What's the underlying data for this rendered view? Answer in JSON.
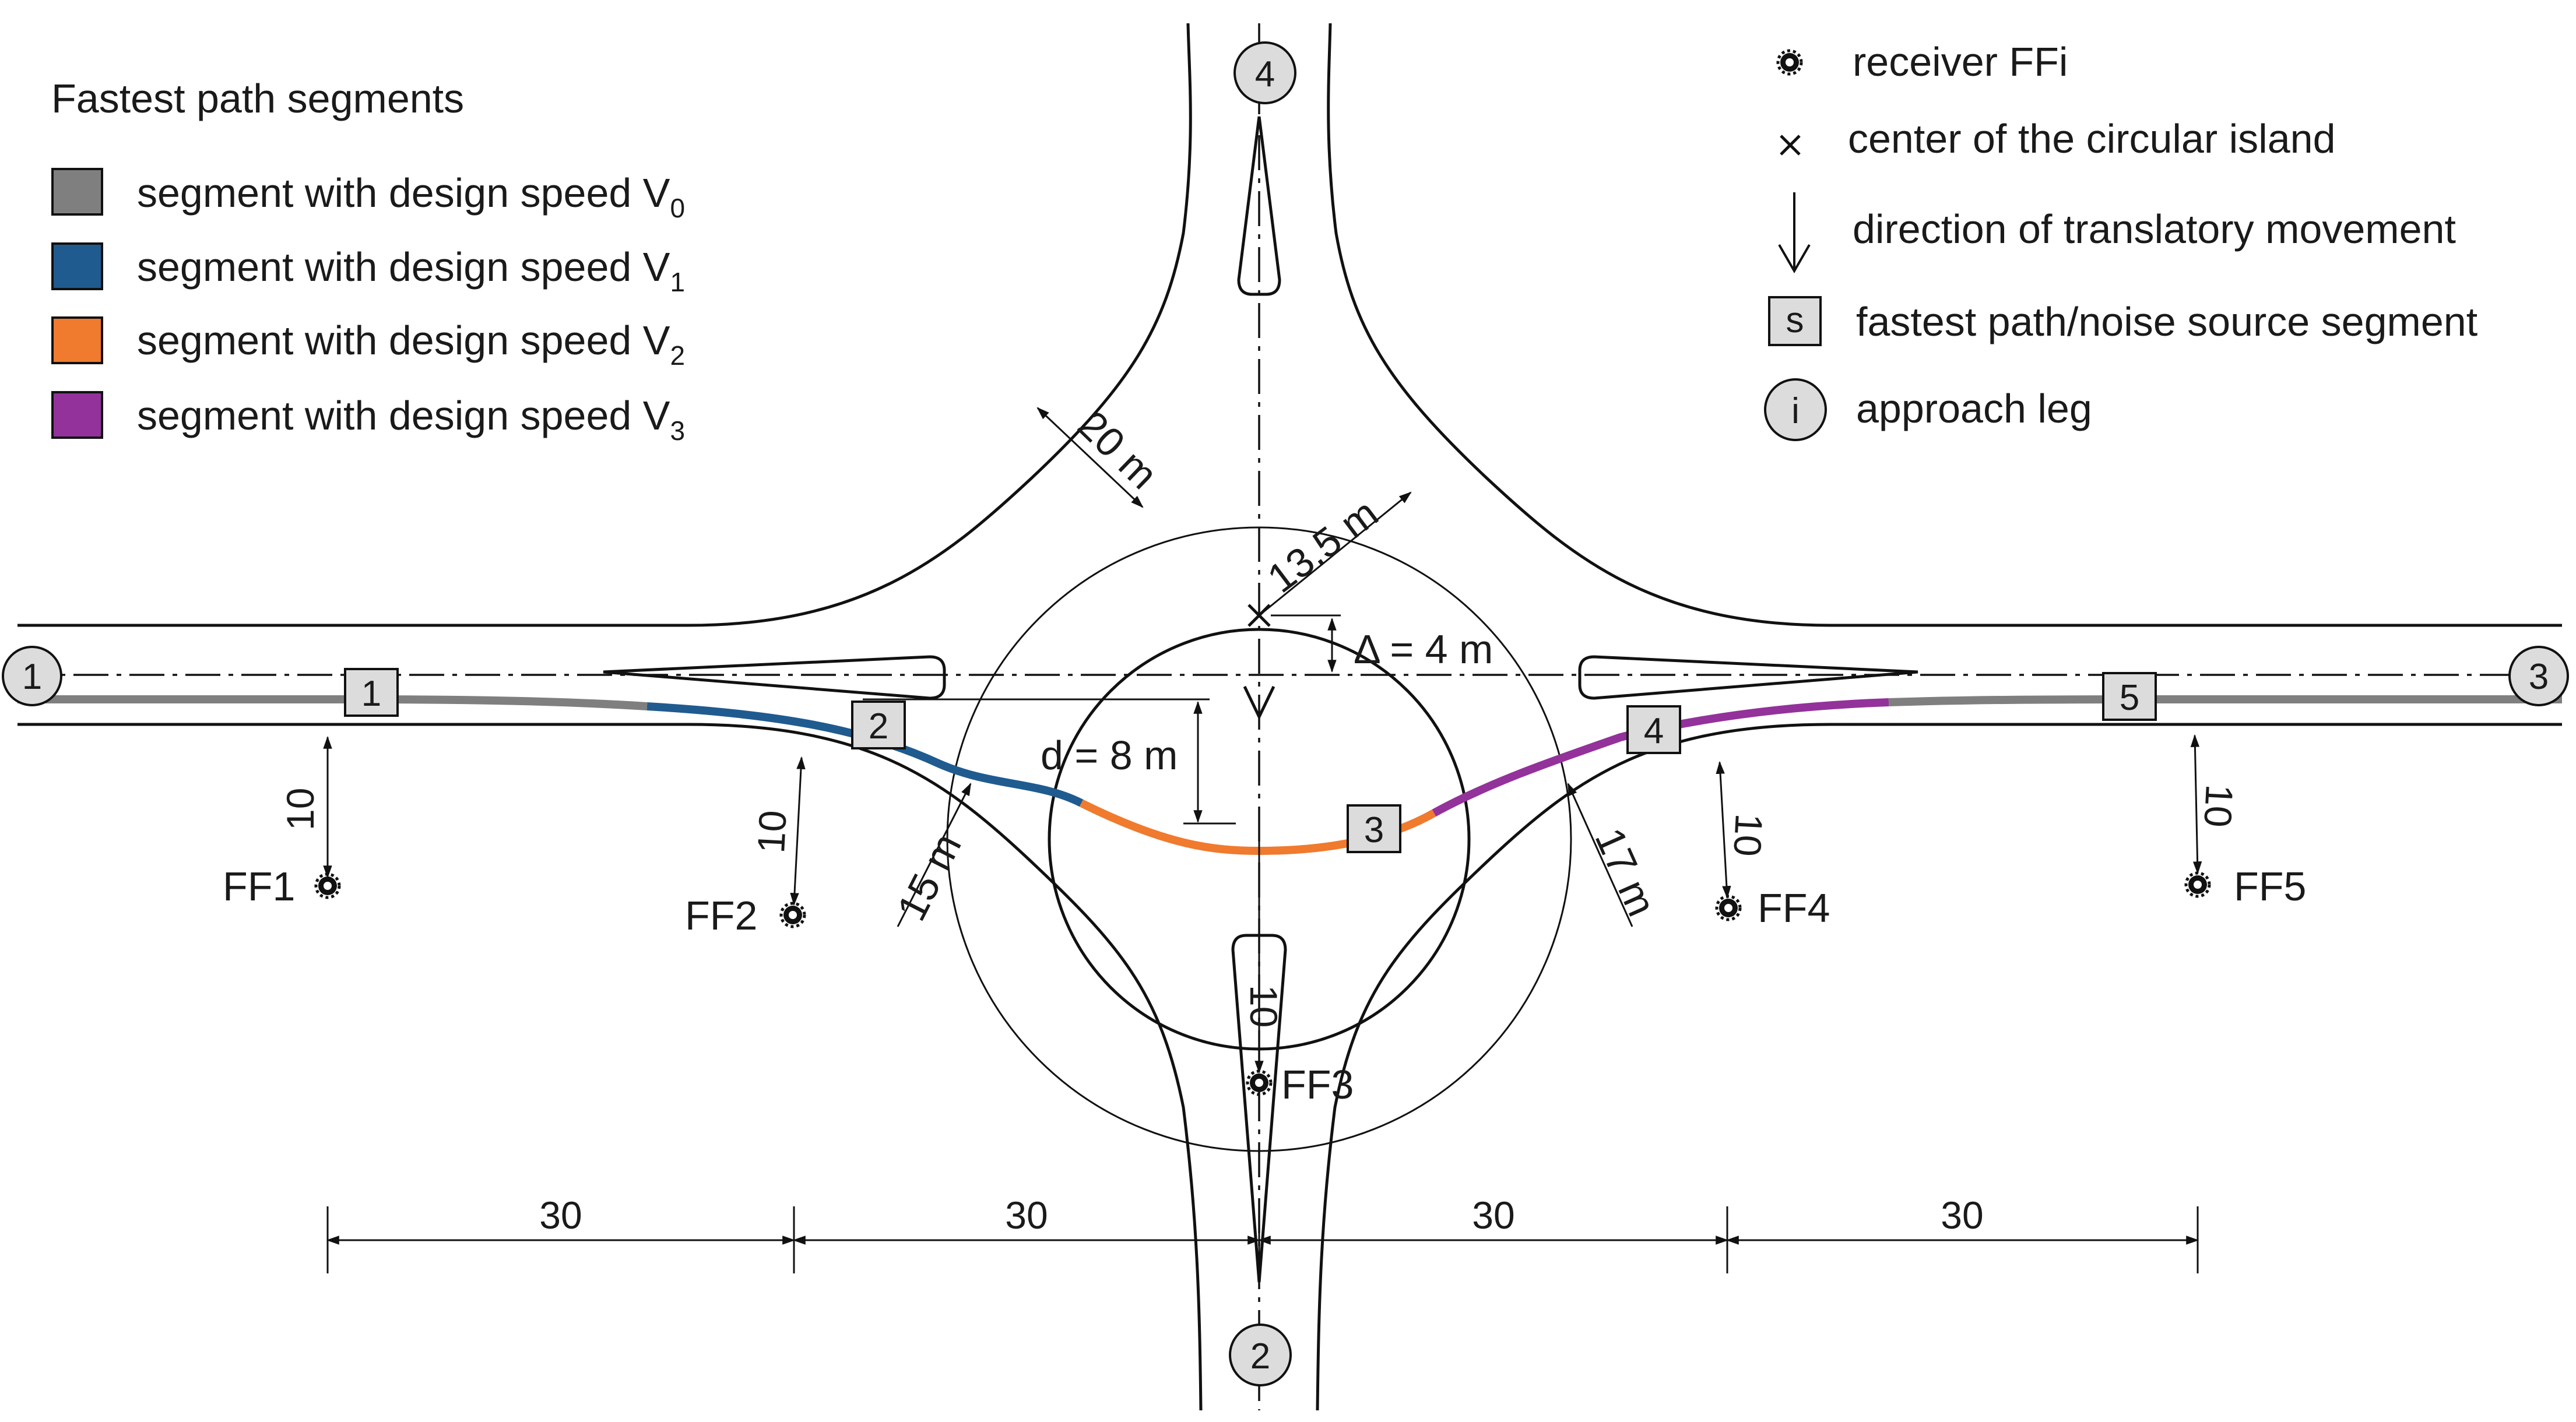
{
  "legend": {
    "title": "Fastest path segments",
    "items": [
      {
        "text": "segment with design speed V",
        "sub": "0",
        "color": "#7f7f7f"
      },
      {
        "text": "segment with design speed V",
        "sub": "1",
        "color": "#1f5b8f"
      },
      {
        "text": "segment with design speed V",
        "sub": "2",
        "color": "#f07a2e"
      },
      {
        "text": "segment with design speed V",
        "sub": "3",
        "color": "#93329a"
      }
    ]
  },
  "symbols": {
    "receiver": "receiver FFi",
    "center": "center of the circular island",
    "direction": "direction of translatory movement",
    "segment_box": "s",
    "segment_text": "fastest path/noise source segment",
    "leg_circle": "i",
    "leg_text": "approach leg"
  },
  "legs": [
    "1",
    "2",
    "3",
    "4"
  ],
  "segments": [
    "1",
    "2",
    "3",
    "4",
    "5"
  ],
  "receivers": [
    "FF1",
    "FF2",
    "FF3",
    "FF4",
    "FF5"
  ],
  "dimensions": {
    "outer_radius": "20 m",
    "inner_radius": "13.5 m",
    "offset": "Δ = 4 m",
    "deflection": "d = 8 m",
    "entry_radius": "15 m",
    "exit_radius": "17 m",
    "receiver_distance": "10",
    "spacings": [
      "30",
      "30",
      "30",
      "30"
    ]
  },
  "colors": {
    "v0": "#7f7f7f",
    "v1": "#1f5b8f",
    "v2": "#f07a2e",
    "v3": "#93329a",
    "box_fill": "#dcdcdc",
    "line": "#111111"
  }
}
